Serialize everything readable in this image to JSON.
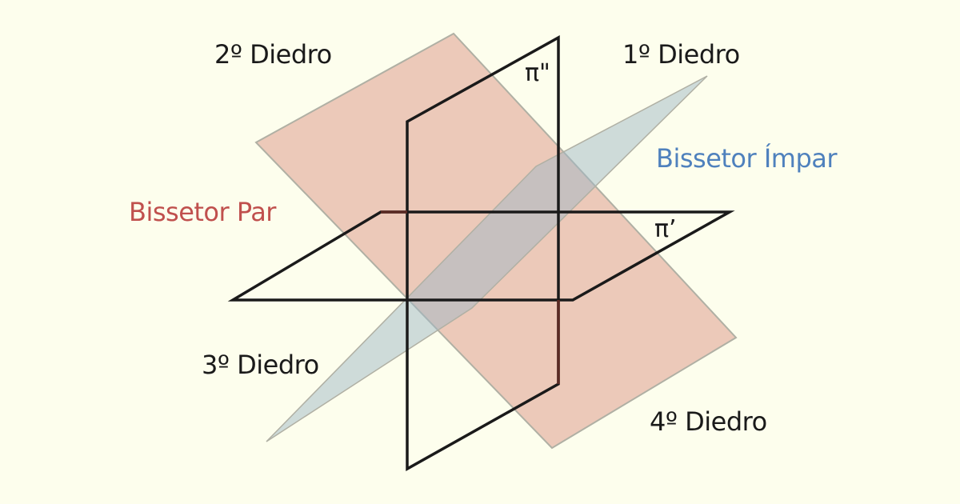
{
  "colors": {
    "background": "#fdfeed",
    "bisector_even_fill": "#d9907f",
    "bisector_even_text": "#c0504d",
    "bisector_odd_fill": "#9fb7c6",
    "bisector_odd_text": "#4f81bd",
    "plane_stroke": "#1a1a1a",
    "edge_gray": "#b0b0a4",
    "text": "#1a1a1a"
  },
  "labels": {
    "dihedral_1": "1º Diedro",
    "dihedral_2": "2º Diedro",
    "dihedral_3": "3º Diedro",
    "dihedral_4": "4º Diedro",
    "bisector_even": "Bissetor Par",
    "bisector_odd": "Bissetor Ímpar",
    "vertical_plane": "π\"",
    "horizontal_plane": "π’"
  }
}
